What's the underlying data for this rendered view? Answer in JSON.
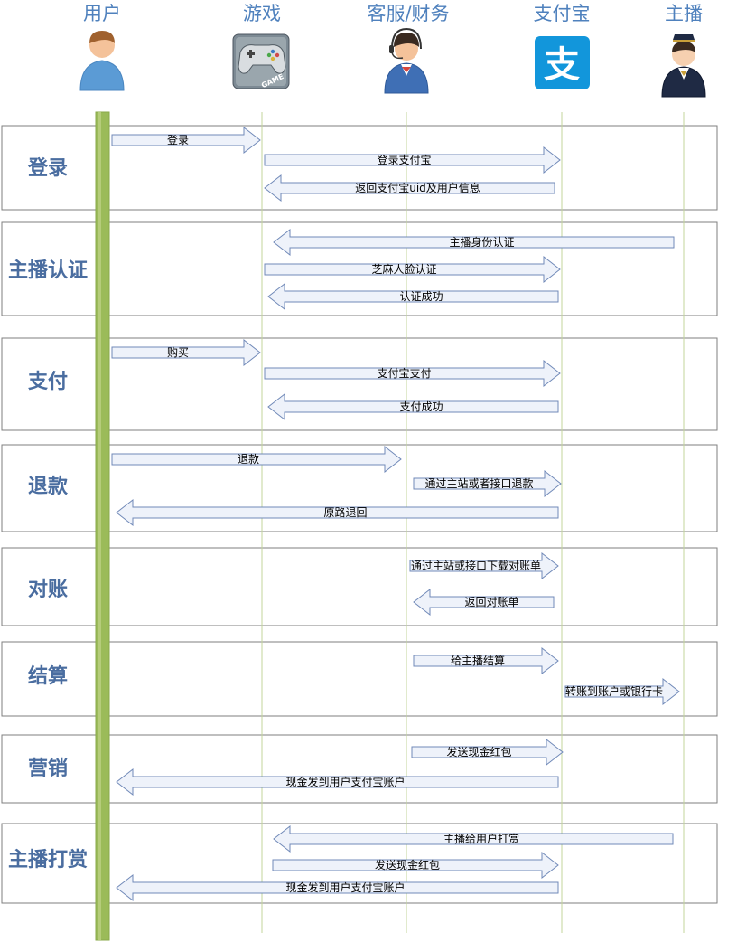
{
  "actors": [
    {
      "id": "user",
      "name": "用户",
      "icon": "user-person-icon"
    },
    {
      "id": "game",
      "name": "游戏",
      "icon": "game-controller-icon",
      "badge": "GAME"
    },
    {
      "id": "service",
      "name": "客服/财务",
      "icon": "customer-service-agent-icon"
    },
    {
      "id": "alipay",
      "name": "支付宝",
      "icon": "alipay-logo-icon",
      "glyph": "支"
    },
    {
      "id": "anchor",
      "name": "主播",
      "icon": "anchor-host-icon"
    }
  ],
  "sections": [
    {
      "label": "登录",
      "messages": [
        {
          "from": "user",
          "to": "game",
          "text": "登录"
        },
        {
          "from": "game",
          "to": "alipay",
          "text": "登录支付宝"
        },
        {
          "from": "alipay",
          "to": "game",
          "text": "返回支付宝uid及用户信息"
        }
      ]
    },
    {
      "label": "主播认证",
      "messages": [
        {
          "from": "anchor",
          "to": "game",
          "text": "主播身份认证"
        },
        {
          "from": "game",
          "to": "alipay",
          "text": "芝麻人脸认证"
        },
        {
          "from": "alipay",
          "to": "game",
          "text": "认证成功"
        }
      ]
    },
    {
      "label": "支付",
      "messages": [
        {
          "from": "user",
          "to": "game",
          "text": "购买"
        },
        {
          "from": "game",
          "to": "alipay",
          "text": "支付宝支付"
        },
        {
          "from": "alipay",
          "to": "game",
          "text": "支付成功"
        }
      ]
    },
    {
      "label": "退款",
      "messages": [
        {
          "from": "user",
          "to": "service",
          "text": "退款"
        },
        {
          "from": "service",
          "to": "alipay",
          "text": "通过主站或者接口退款"
        },
        {
          "from": "alipay",
          "to": "user",
          "text": "原路退回"
        }
      ]
    },
    {
      "label": "对账",
      "messages": [
        {
          "from": "service",
          "to": "alipay",
          "text": "通过主站或接口下载对账单"
        },
        {
          "from": "alipay",
          "to": "service",
          "text": "返回对账单"
        }
      ]
    },
    {
      "label": "结算",
      "messages": [
        {
          "from": "service",
          "to": "alipay",
          "text": "给主播结算"
        },
        {
          "from": "alipay",
          "to": "anchor",
          "text": "转账到账户或银行卡"
        }
      ]
    },
    {
      "label": "营销",
      "messages": [
        {
          "from": "service",
          "to": "alipay",
          "text": "发送现金红包"
        },
        {
          "from": "alipay",
          "to": "user",
          "text": "现金发到用户支付宝账户"
        }
      ]
    },
    {
      "label": "主播打赏",
      "messages": [
        {
          "from": "anchor",
          "to": "game",
          "text": "主播给用户打赏"
        },
        {
          "from": "game",
          "to": "alipay",
          "text": "发送现金红包"
        },
        {
          "from": "alipay",
          "to": "user",
          "text": "现金发到用户支付宝账户"
        }
      ]
    }
  ],
  "colors": {
    "actor_name": "#4f81bd",
    "section_label": "#4a6da0",
    "lifeline": "#c3d69b",
    "user_bar": "#9bbb59",
    "arrow_fill": "#eef2fa",
    "arrow_stroke": "#7089b8",
    "section_border": "#7f7f7f",
    "alipay_blue": "#1296db"
  }
}
